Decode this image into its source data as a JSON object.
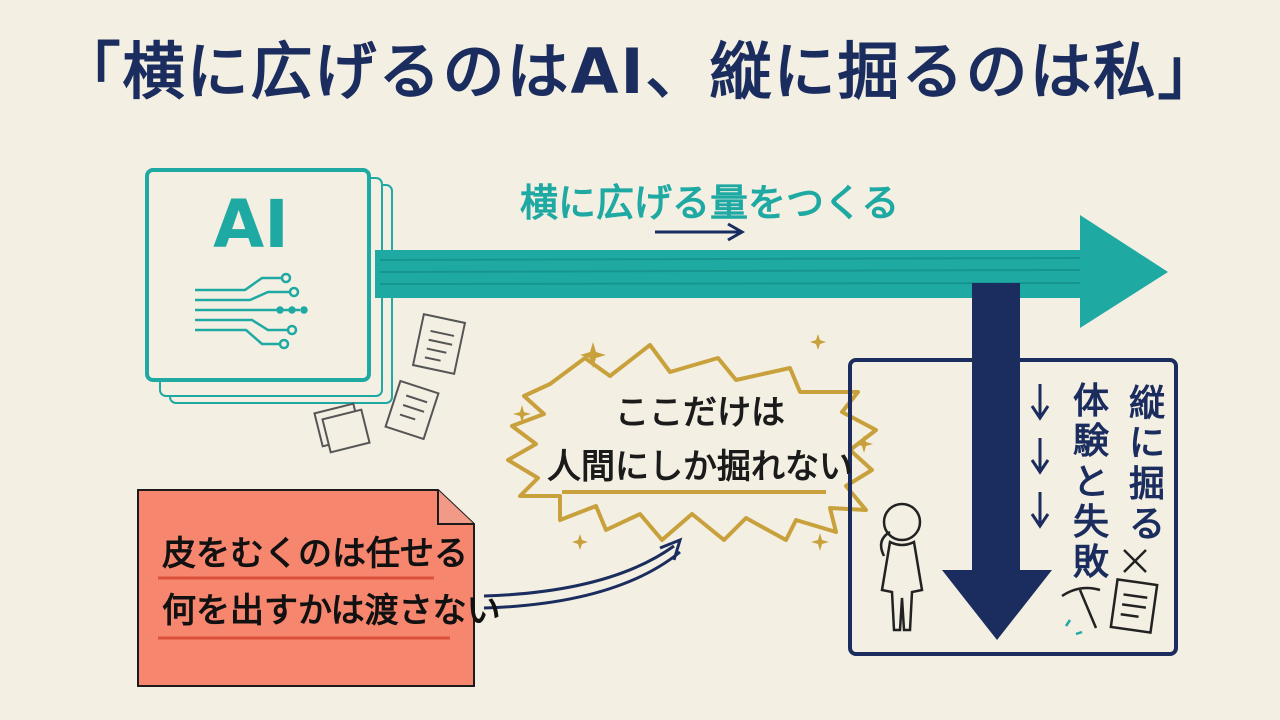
{
  "title": "「横に広げるのはAI、縦に掘るのは私」",
  "ai_box": {
    "label": "AI"
  },
  "horizontal": {
    "label": "横に広げる量をつくる"
  },
  "burst": {
    "line1": "ここだけは",
    "line2": "人間にしか掘れない"
  },
  "vertical_box": {
    "label": "縦に掘る",
    "sub_label": "体験と失敗"
  },
  "note": {
    "line1": "皮をむくのは任せる",
    "line2": "何を出すかは渡さない"
  },
  "colors": {
    "teal": "#1fa9a3",
    "navy": "#1b2d5e",
    "gold": "#c9a13c",
    "note": "#f7866f",
    "paper": "#f3efe3"
  }
}
